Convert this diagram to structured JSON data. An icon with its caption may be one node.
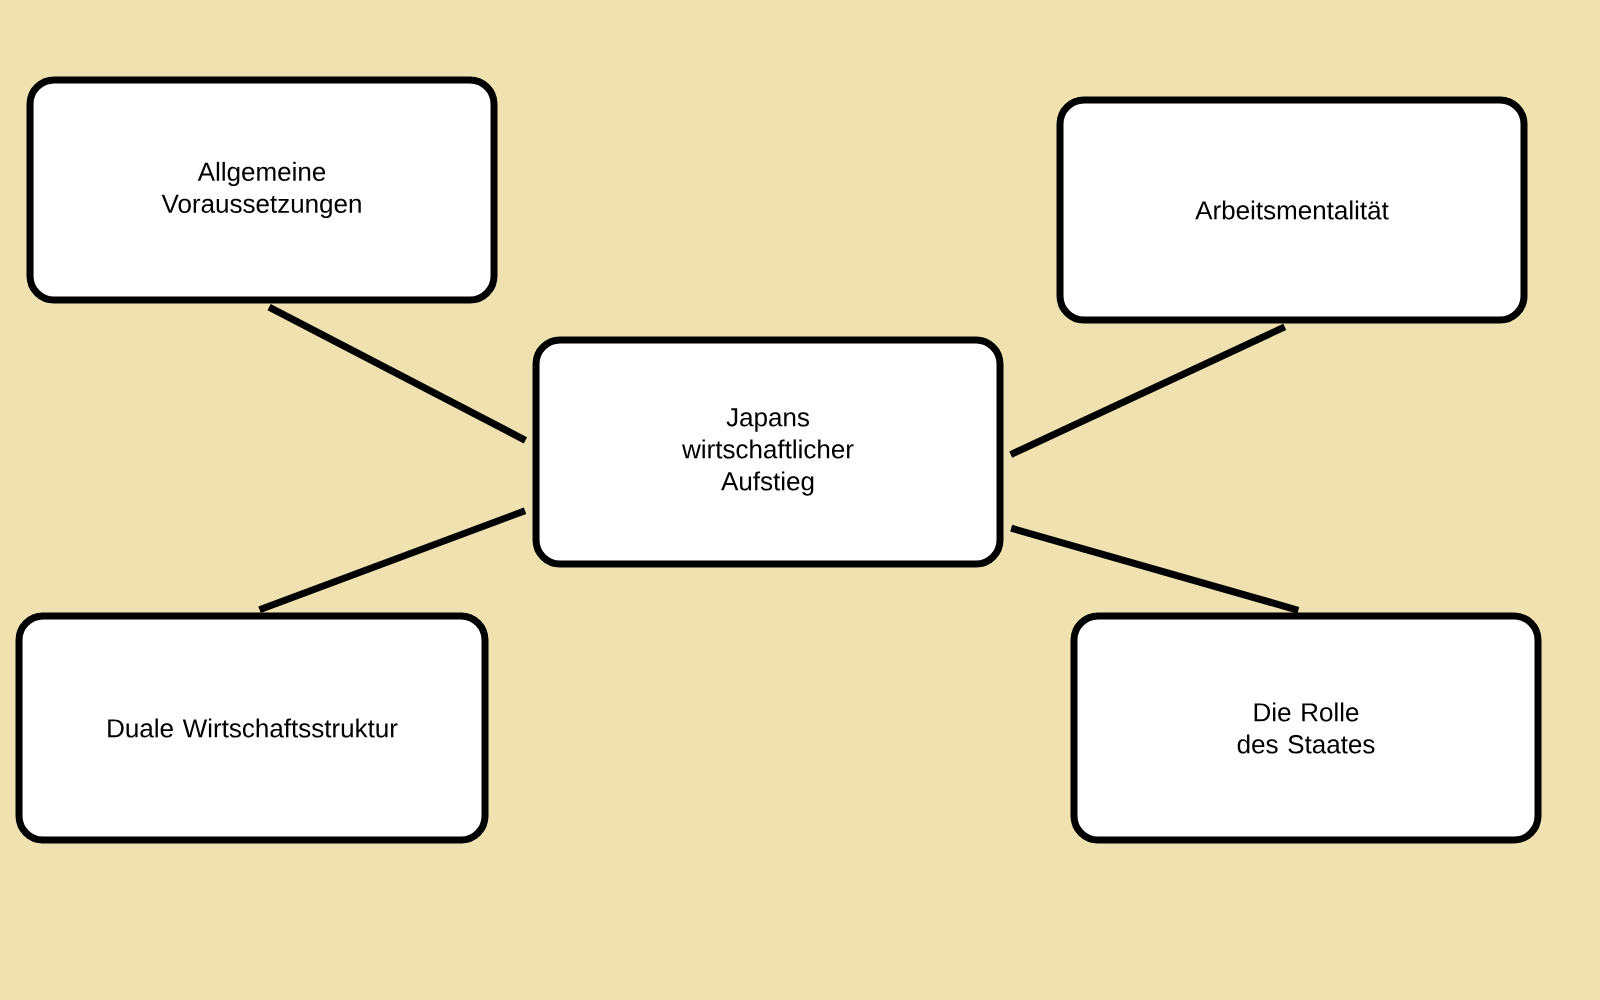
{
  "diagram": {
    "nodes": [
      {
        "text": [
          "Allgemeine Voraussetzungen"
        ]
      },
      {
        "text": [
          "Arbeitsmentalität"
        ]
      },
      {
        "text": [
          "Japans wirtschaftlicher Aufstieg"
        ]
      },
      {
        "text": [
          "Duale Wirtschaftsstruktur"
        ]
      },
      {
        "text": [
          "Die Rolle des Staates"
        ]
      }
    ],
    "edges": [
      {
        "from": 2,
        "to": 0,
        "arrow": "none"
      },
      {
        "from": 2,
        "to": 1,
        "arrow": "none"
      },
      {
        "from": 2,
        "to": 3,
        "arrow": "none"
      },
      {
        "from": 2,
        "to": 4,
        "arrow": "none"
      }
    ]
  }
}
